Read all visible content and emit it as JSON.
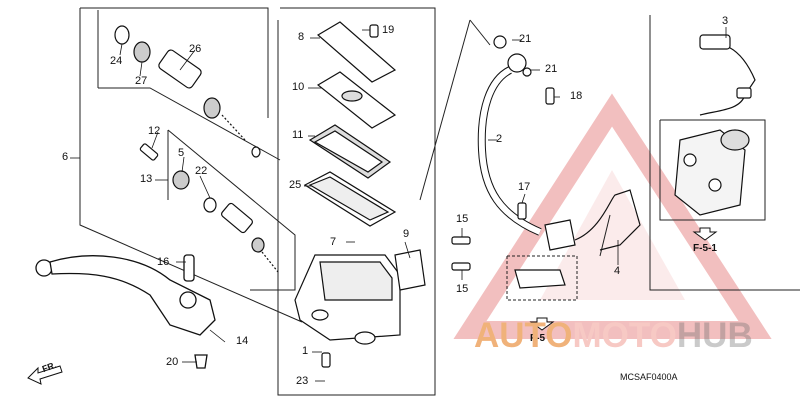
{
  "diagram": {
    "code": "MCSAF0400A",
    "front_label": "FR.",
    "refs": {
      "f51": "F-5-1",
      "f5": "F-5"
    },
    "watermark": {
      "part1": "AUTO",
      "part2": "MOTO",
      "part3": "HUB"
    },
    "callouts": {
      "c1": "1",
      "c2": "2",
      "c3": "3",
      "c4": "4",
      "c5": "5",
      "c6": "6",
      "c7": "7",
      "c8": "8",
      "c9": "9",
      "c10": "10",
      "c11": "11",
      "c12": "12",
      "c13": "13",
      "c14": "14",
      "c15a": "15",
      "c15b": "15",
      "c16": "16",
      "c17": "17",
      "c18": "18",
      "c19": "19",
      "c20": "20",
      "c21a": "21",
      "c21b": "21",
      "c22": "22",
      "c23": "23",
      "c24": "24",
      "c25": "25",
      "c26": "26",
      "c27": "27"
    }
  }
}
